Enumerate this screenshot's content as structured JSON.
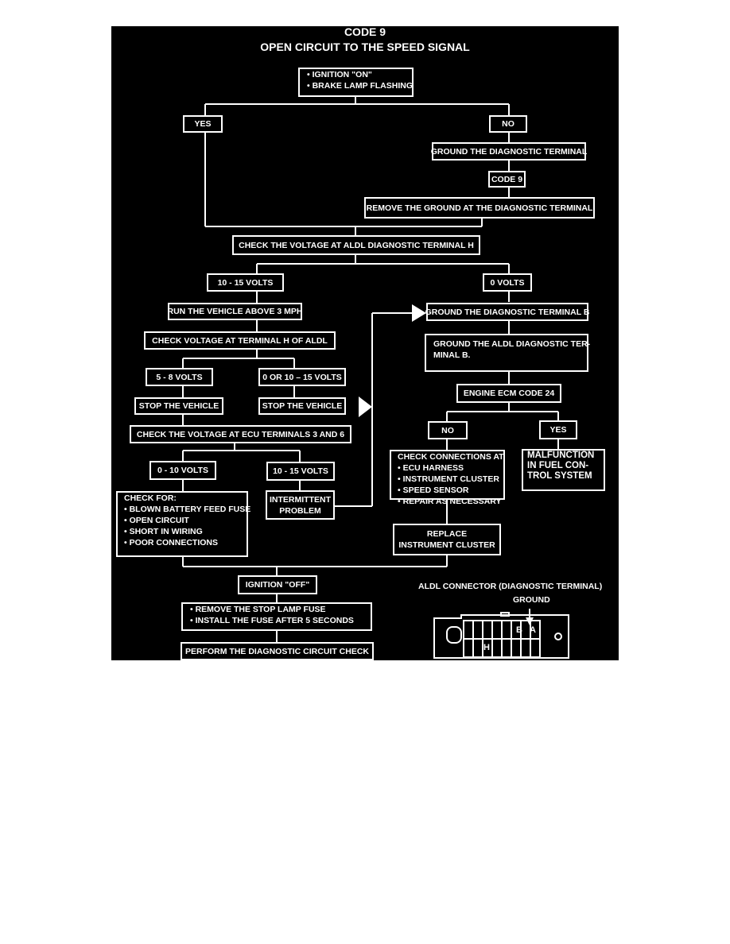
{
  "title": {
    "code": "CODE 9",
    "subtitle": "OPEN CIRCUIT TO THE SPEED SIGNAL"
  },
  "nodes": {
    "start": [
      "• IGNITION \"ON\"",
      "• BRAKE LAMP FLASHING"
    ],
    "yes1": "YES",
    "no1": "NO",
    "ground_diag": "GROUND THE DIAGNOSTIC TERMINAL",
    "code9": "CODE 9",
    "remove_ground": "REMOVE THE GROUND AT THE DIAGNOSTIC TERMINAL",
    "check_voltage_h": "CHECK THE VOLTAGE AT ALDL DIAGNOSTIC TERMINAL H",
    "v10_15_a": "10 - 15 VOLTS",
    "v0": "0 VOLTS",
    "run_vehicle": "RUN THE VEHICLE ABOVE 3 MPH",
    "ground_diag_b": "GROUND THE DIAGNOSTIC TERMINAL B",
    "check_voltage_aldl": "CHECK VOLTAGE AT TERMINAL H OF ALDL",
    "ground_aldl_b": [
      "GROUND THE ALDL DIAGNOSTIC TER-",
      "MINAL B."
    ],
    "v5_8": "5 - 8 VOLTS",
    "v0_or_10_15": "0 OR 10 – 15 VOLTS",
    "engine_ecm": "ENGINE ECM CODE 24",
    "stop1": "STOP THE VEHICLE",
    "stop2": "STOP THE VEHICLE",
    "no2": "NO",
    "yes2": "YES",
    "check_ecu": "CHECK THE VOLTAGE AT ECU TERMINALS 3 AND 6",
    "v0_10": "0 - 10 VOLTS",
    "v10_15_b": "10 - 15 VOLTS",
    "check_conn": [
      "CHECK CONNECTIONS AT:",
      "• ECU HARNESS",
      "• INSTRUMENT CLUSTER",
      "• SPEED SENSOR",
      "• REPAIR AS NECESSARY"
    ],
    "malfunction": [
      "MALFUNCTION",
      "IN FUEL CON-",
      "TROL SYSTEM"
    ],
    "check_for": [
      "CHECK FOR:",
      "• BLOWN BATTERY FEED FUSE",
      "• OPEN CIRCUIT",
      "• SHORT IN WIRING",
      "• POOR CONNECTIONS"
    ],
    "intermittent": [
      "INTERMITTENT",
      "PROBLEM"
    ],
    "replace": [
      "REPLACE",
      "INSTRUMENT CLUSTER"
    ],
    "ignition_off": "IGNITION \"OFF\"",
    "remove_fuse": [
      "• REMOVE THE STOP LAMP FUSE",
      "• INSTALL THE FUSE AFTER 5 SECONDS"
    ],
    "perform": "PERFORM THE DIAGNOSTIC CIRCUIT CHECK"
  },
  "connector": {
    "title": "ALDL CONNECTOR (DIAGNOSTIC TERMINAL)",
    "ground_label": "GROUND",
    "pin_a": "A",
    "pin_b": "B",
    "pin_h": "H"
  },
  "colors": {
    "background": "#000000",
    "foreground": "#ffffff",
    "page": "#ffffff"
  }
}
